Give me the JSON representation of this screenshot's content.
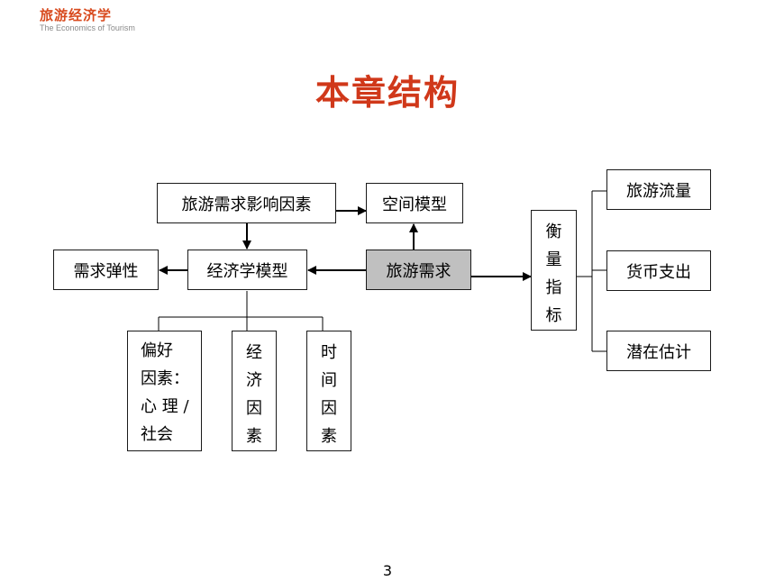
{
  "logo": {
    "cn": "旅游经济学",
    "en": "The Economics of Tourism"
  },
  "title": "本章结构",
  "diagram": {
    "nodes": {
      "influence": "旅游需求影响因素",
      "space_model": "空间模型",
      "elasticity": "需求弹性",
      "econ_model": "经济学模型",
      "demand": "旅游需求",
      "measure": [
        "衡",
        "量",
        "指",
        "标"
      ],
      "flow": "旅游流量",
      "spending": "货币支出",
      "latent": "潜在估计",
      "pref": [
        "偏好",
        "因素：",
        "心 理 /",
        "社会"
      ],
      "econ_factor": [
        "经",
        "济",
        "因",
        "素"
      ],
      "time_factor": [
        "时",
        "间",
        "因",
        "素"
      ]
    }
  },
  "colors": {
    "title": "#d0381a",
    "logo": "#d84a1e",
    "highlight_fill": "#c0c0c0"
  },
  "page_number": "3"
}
